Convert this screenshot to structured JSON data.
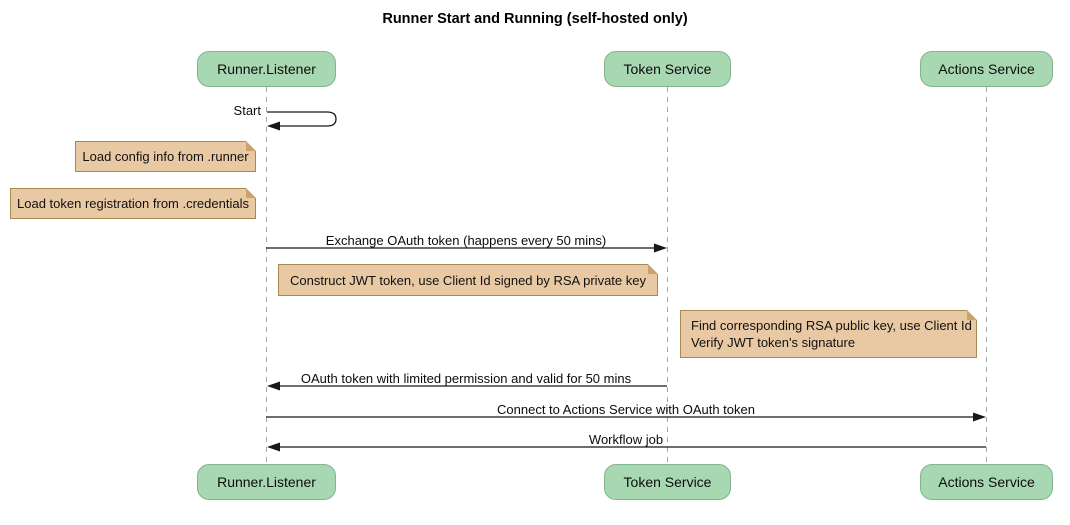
{
  "title": "Runner Start and Running (self-hosted only)",
  "participants": [
    {
      "label": "Runner.Listener"
    },
    {
      "label": "Token Service"
    },
    {
      "label": "Actions Service"
    }
  ],
  "self_message": {
    "label": "Start"
  },
  "notes": [
    {
      "text": "Load config info from .runner"
    },
    {
      "text": "Load token registration from .credentials"
    },
    {
      "text": "Construct JWT token, use Client Id signed by RSA private key"
    },
    {
      "lines": [
        "Find corresponding RSA public key, use Client Id",
        "Verify JWT token's signature"
      ]
    }
  ],
  "messages": [
    {
      "from": "Runner.Listener",
      "to": "Token Service",
      "label": "Exchange OAuth token (happens every 50 mins)"
    },
    {
      "from": "Token Service",
      "to": "Runner.Listener",
      "label": "OAuth token with limited permission and valid for 50 mins"
    },
    {
      "from": "Runner.Listener",
      "to": "Actions Service",
      "label": "Connect to Actions Service with OAuth token"
    },
    {
      "from": "Actions Service",
      "to": "Runner.Listener",
      "label": "Workflow job"
    }
  ],
  "colors": {
    "participant_fill": "#a8d8b2",
    "participant_border": "#83b28f",
    "note_fill": "#e9c9a4",
    "note_border": "#a58a54",
    "lifeline": "#a6a6a6",
    "message_line": "#181818",
    "background": "#ffffff"
  }
}
